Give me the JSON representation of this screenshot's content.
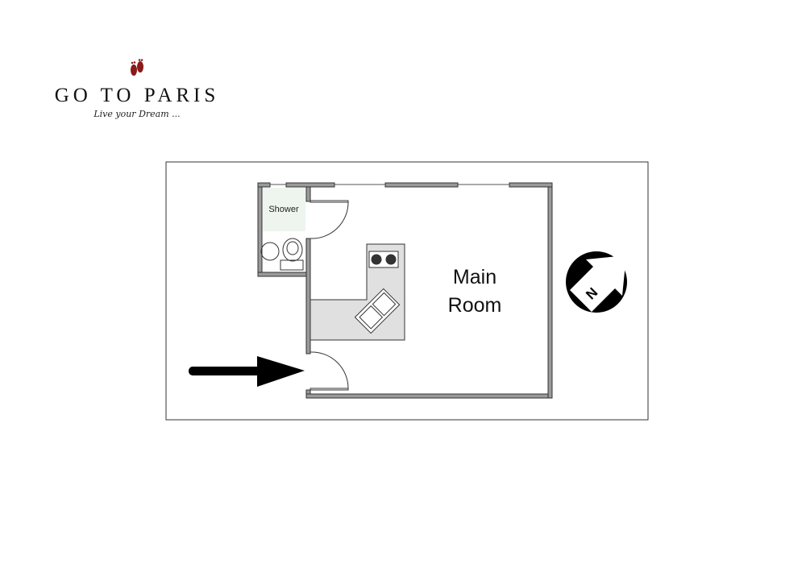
{
  "logo": {
    "brand": "GO TO PARIS",
    "tagline": "Live your Dream ..."
  },
  "plan": {
    "rooms": {
      "shower": "Shower",
      "main_line1": "Main",
      "main_line2": "Room"
    },
    "compass": "N"
  },
  "colors": {
    "wall": "#9a9a9a",
    "counter": "#e0e0e0",
    "logo_feet": "#8b1a1a"
  }
}
